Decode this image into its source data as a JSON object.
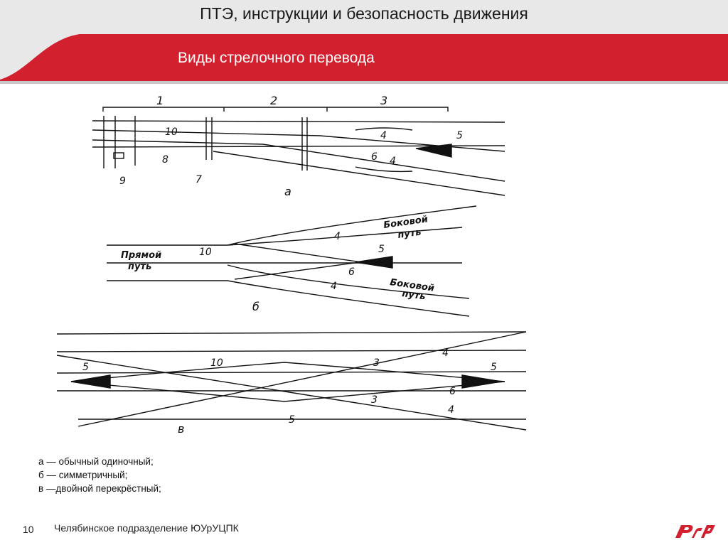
{
  "header": {
    "title": "ПТЭ, инструкции и безопасность движения",
    "subtitle": "Виды стрелочного перевода",
    "accent_color": "#d3202f",
    "band_color": "#e8e8e8"
  },
  "diagram": {
    "a": {
      "caption": "а",
      "sections": [
        "1",
        "2",
        "3"
      ],
      "labels": [
        "10",
        "8",
        "9",
        "7",
        "4",
        "5",
        "6",
        "4"
      ]
    },
    "b": {
      "caption": "б",
      "straight_track": [
        "Прямой",
        "путь"
      ],
      "side_track_top": [
        "Боковой",
        "путь"
      ],
      "side_track_bottom": [
        "Боковой",
        "путь"
      ],
      "labels": [
        "10",
        "4",
        "5",
        "6",
        "4"
      ]
    },
    "v": {
      "caption": "в",
      "labels": [
        "5",
        "10",
        "3",
        "4",
        "5",
        "6",
        "3",
        "5",
        "4"
      ]
    }
  },
  "legend": {
    "items": [
      "а — обычный одиночный;",
      "б — симметричный;",
      "в —двойной перекрёстный;"
    ]
  },
  "footer": {
    "page_number": "10",
    "organization": "Челябинское подразделение ЮУрУЦПК",
    "logo_icon": "rzd-logo-icon"
  }
}
